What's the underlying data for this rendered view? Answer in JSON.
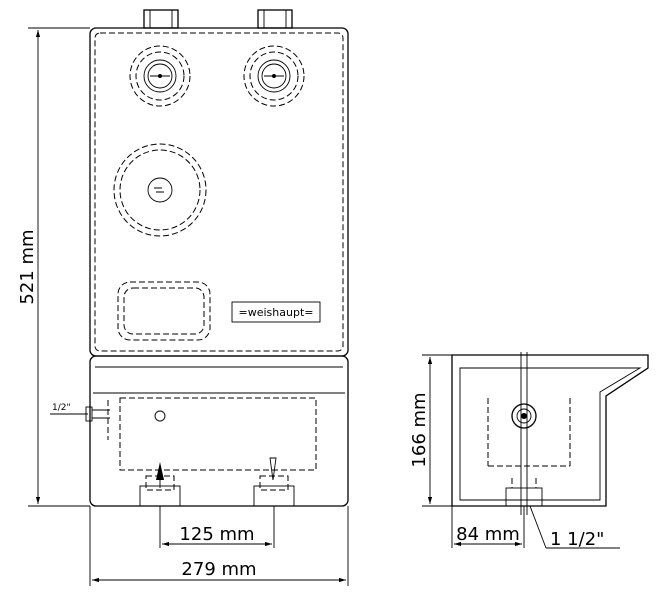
{
  "front_view": {
    "height_label": "521 mm",
    "width_label": "279 mm",
    "spacing_label": "125 mm",
    "thread_label": "1/2\"",
    "brand": "=weishaupt="
  },
  "side_view": {
    "height_label": "166 mm",
    "offset_label": "84 mm",
    "thread_label": "1 1/2\""
  }
}
